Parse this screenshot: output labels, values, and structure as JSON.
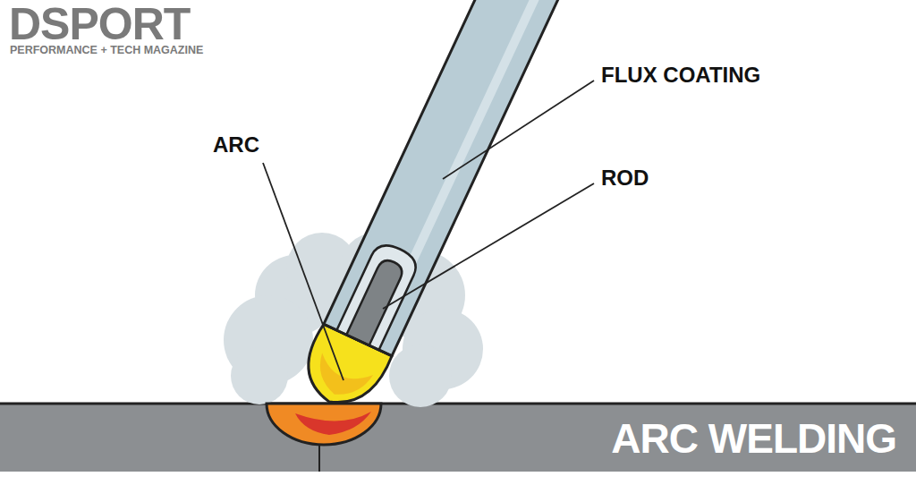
{
  "diagram": {
    "nodes": [
      {
        "text": [
          "ARC WELDING"
        ]
      }
    ],
    "labels": [
      "DSPORT",
      "PERFORMANCE + TECH MAGAZINE",
      "ARC",
      "FLUX COATING",
      "ROD"
    ]
  }
}
